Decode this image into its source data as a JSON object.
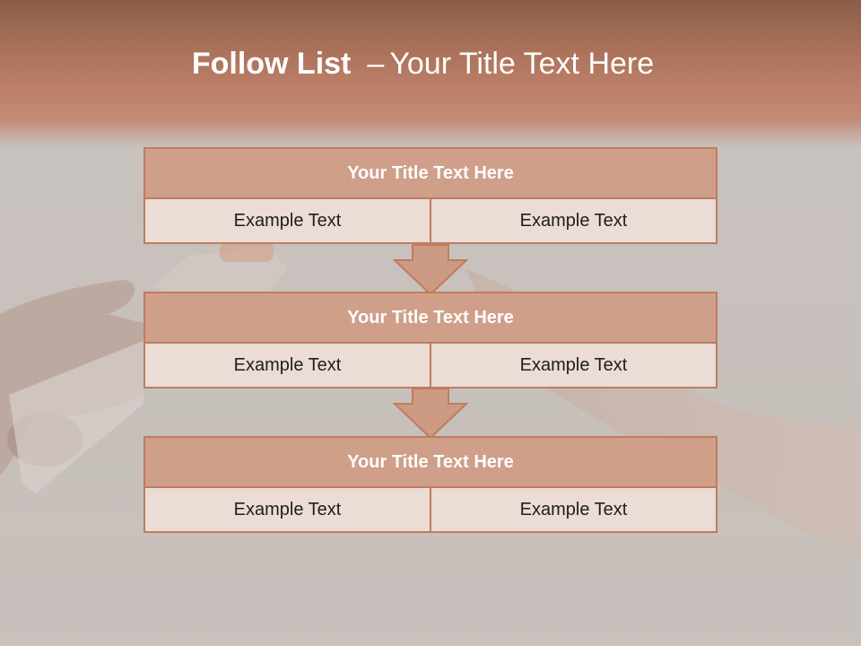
{
  "slide": {
    "title_bold": "Follow List",
    "title_dash": "–",
    "title_rest": "Your Title Text Here"
  },
  "blocks": [
    {
      "title": "Your Title Text Here",
      "cells": [
        "Example Text",
        "Example Text"
      ]
    },
    {
      "title": "Your Title Text Here",
      "cells": [
        "Example Text",
        "Example Text"
      ]
    },
    {
      "title": "Your Title Text Here",
      "cells": [
        "Example Text",
        "Example Text"
      ]
    }
  ],
  "colors": {
    "header_band": "#b07660",
    "block_title_bg": "#cf9f89",
    "block_cell_bg": "#ebdcd6",
    "border": "#c07c5d",
    "arrow_fill": "#cd9a83"
  },
  "icons": [
    "down-arrow-icon",
    "down-arrow-icon"
  ]
}
